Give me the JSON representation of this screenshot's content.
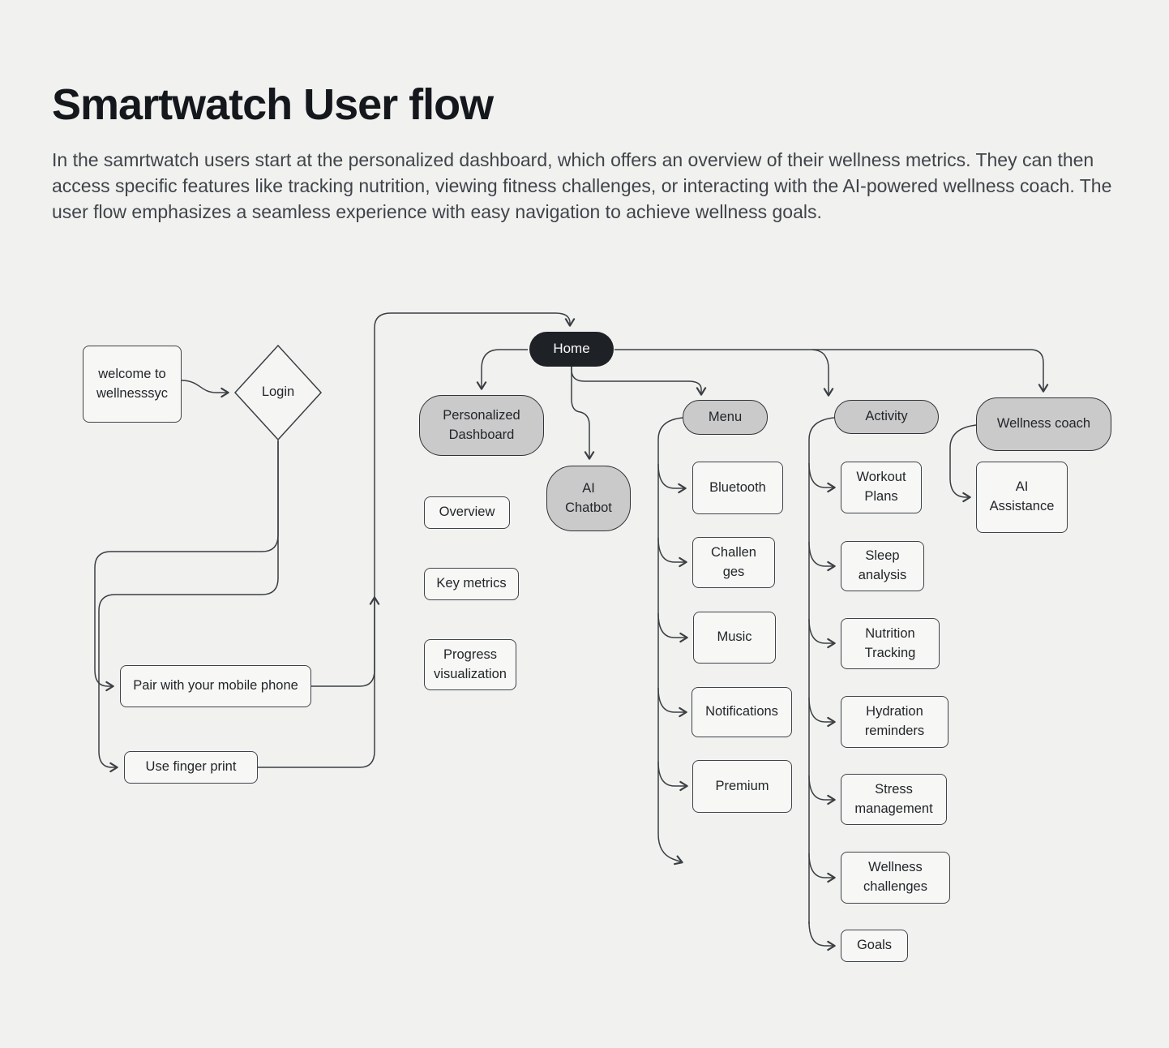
{
  "page": {
    "title": "Smartwatch User flow",
    "description": "In the samrtwatch users start at the personalized dashboard, which offers an overview of their wellness metrics. They can then access specific features like tracking nutrition, viewing fitness challenges, or interacting with the AI-powered wellness coach. The user flow emphasizes a seamless experience with easy navigation to achieve wellness goals."
  },
  "colors": {
    "background": "#f1f1ef",
    "node_gray": "#cacaca",
    "node_dark": "#1e2126",
    "node_light": "#f7f7f5",
    "line": "#3a3f44",
    "text": "#22262b"
  },
  "nodes": {
    "welcome": {
      "label": "welcome to\nwellnesssyc"
    },
    "login": {
      "label": "Login"
    },
    "home": {
      "label": "Home"
    },
    "personalized_dashboard": {
      "label": "Personalized\nDashboard"
    },
    "ai_chatbot": {
      "label": "AI\nChatbot"
    },
    "menu": {
      "label": "Menu"
    },
    "activity": {
      "label": "Activity"
    },
    "wellness_coach": {
      "label": "Wellness coach"
    },
    "overview": {
      "label": "Overview"
    },
    "key_metrics": {
      "label": "Key metrics"
    },
    "progress_visualization": {
      "label": "Progress\nvisualization"
    },
    "pair_phone": {
      "label": "Pair with your mobile phone"
    },
    "use_fingerprint": {
      "label": "Use finger print"
    },
    "bluetooth": {
      "label": "Bluetooth"
    },
    "challenges": {
      "label": "Challen\nges"
    },
    "music": {
      "label": "Music"
    },
    "notifications": {
      "label": "Notifications"
    },
    "premium": {
      "label": "Premium"
    },
    "workout_plans": {
      "label": "Workout\nPlans"
    },
    "sleep_analysis": {
      "label": "Sleep\nanalysis"
    },
    "nutrition_tracking": {
      "label": "Nutrition\nTracking"
    },
    "hydration_reminders": {
      "label": "Hydration\nreminders"
    },
    "stress_management": {
      "label": "Stress\nmanagement"
    },
    "wellness_challenges": {
      "label": "Wellness\nchallenges"
    },
    "goals": {
      "label": "Goals"
    },
    "ai_assistance": {
      "label": "AI\nAssistance"
    }
  }
}
